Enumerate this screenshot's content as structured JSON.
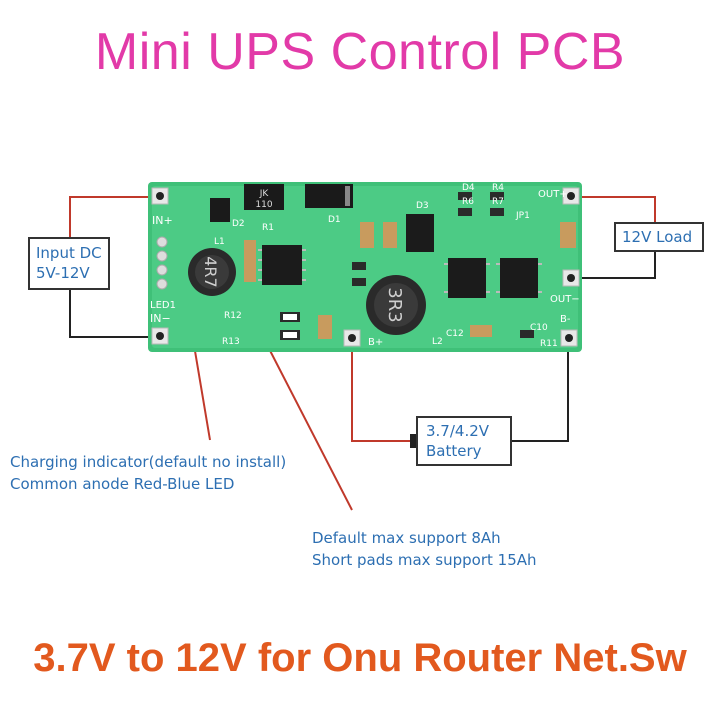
{
  "title": "Mini UPS Control PCB",
  "bottom_title": "3.7V to 12V for Onu Router Net.Sw",
  "input_box": {
    "line1": "Input DC",
    "line2": "5V-12V"
  },
  "load_box": {
    "label": "12V Load"
  },
  "battery_box": {
    "line1": "3.7/4.2V",
    "line2": "Battery"
  },
  "notes": {
    "charging_line1": "Charging indicator(default no install)",
    "charging_line2": "Common anode Red-Blue LED",
    "support_line1": "Default max support 8Ah",
    "support_line2": "Short pads max support 15Ah"
  },
  "pcb_labels": {
    "in_plus": "IN+",
    "in_minus": "IN−",
    "led": "LED1",
    "out_plus": "OUT+",
    "out_minus": "OUT−",
    "b_plus": "B+",
    "b_minus": "B-",
    "l1": "L1",
    "l2": "L2",
    "inductor1": "4R7",
    "inductor2": "3R3",
    "jk_line1": "JK",
    "jk_line2": "110",
    "d1": "D1",
    "d2": "D2",
    "d3": "D3",
    "r1": "R1",
    "r12": "R12",
    "r13": "R13",
    "c12": "C12",
    "c10": "C10",
    "r11": "R11",
    "r4": "R4",
    "d4": "D4",
    "r6": "R6",
    "r7": "R7",
    "jp1": "JP1"
  },
  "colors": {
    "title": "#e23aa8",
    "bottom_title": "#e2591e",
    "label": "#2d6fb2",
    "pcb": "#3fc078",
    "wire_red": "#c0392b",
    "wire_black": "#222222"
  }
}
